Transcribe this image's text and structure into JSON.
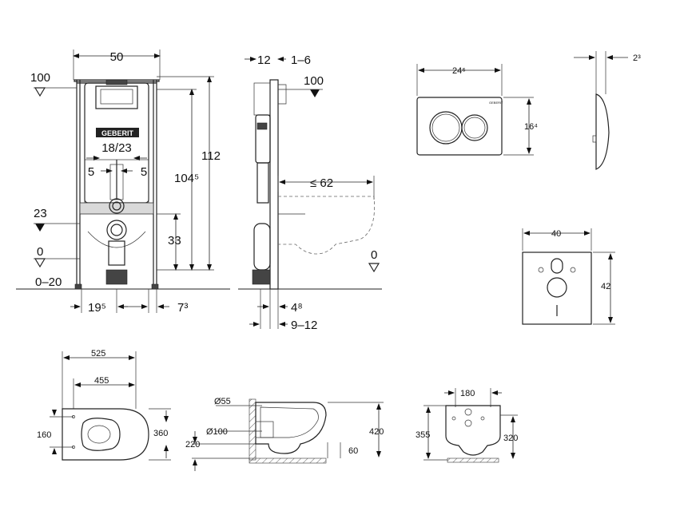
{
  "frame_front": {
    "width_label": "50",
    "top_level_label": "100",
    "height_total_label": "112",
    "height_inner_label": "104⁵",
    "flush_label": "18/23",
    "offset_left_label": "5",
    "offset_right_label": "5",
    "inlet_level_label": "23",
    "outlet_height_label": "33",
    "floor_level_label": "0",
    "floor_range_label": "0–20",
    "bottom_left_label": "19⁵",
    "bottom_right_label": "7³",
    "brand_logo_text": "GEBERIT"
  },
  "frame_side": {
    "depth_top_label": "12",
    "depth_range_label": "1–6",
    "top_level_label": "100",
    "projection_label": "≤ 62",
    "floor_level_label": "0",
    "bottom_depth_label": "4⁸",
    "bottom_range_label": "9–12"
  },
  "flush_plate": {
    "width_label": "24⁶",
    "height_label": "16⁴",
    "side_depth_label": "2³",
    "logo_text": "GEBERIT"
  },
  "sound_mat": {
    "width_label": "40",
    "height_label": "42"
  },
  "bowl_top": {
    "length_label": "525",
    "inner_label": "455",
    "left_label": "160",
    "right_label": "360"
  },
  "bowl_side": {
    "pipe1_label": "Ø55",
    "pipe2_label": "Ø100",
    "height_label": "420",
    "base_label": "220",
    "foot_label": "60"
  },
  "bowl_front": {
    "width_label": "180",
    "left_height_label": "355",
    "right_height_label": "320"
  }
}
